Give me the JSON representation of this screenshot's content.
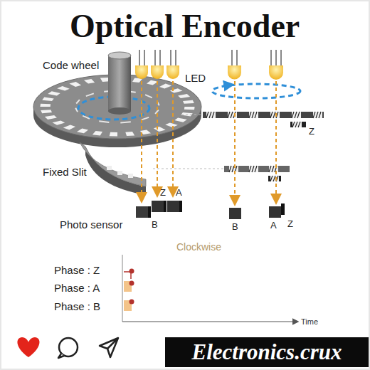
{
  "diagram": {
    "title": "Optical Encoder",
    "nodes": [
      {
        "text": [
          "Electronics.crux"
        ]
      }
    ],
    "edges": [],
    "labels": [
      "Code wheel",
      "LED",
      "Z",
      "Fixed Slit",
      "Z",
      "A",
      "Photo sensor",
      "B",
      "B",
      "A",
      "Z",
      "Clockwise",
      "Phase : Z",
      "Phase : A",
      "Phase : B",
      "Time"
    ]
  }
}
